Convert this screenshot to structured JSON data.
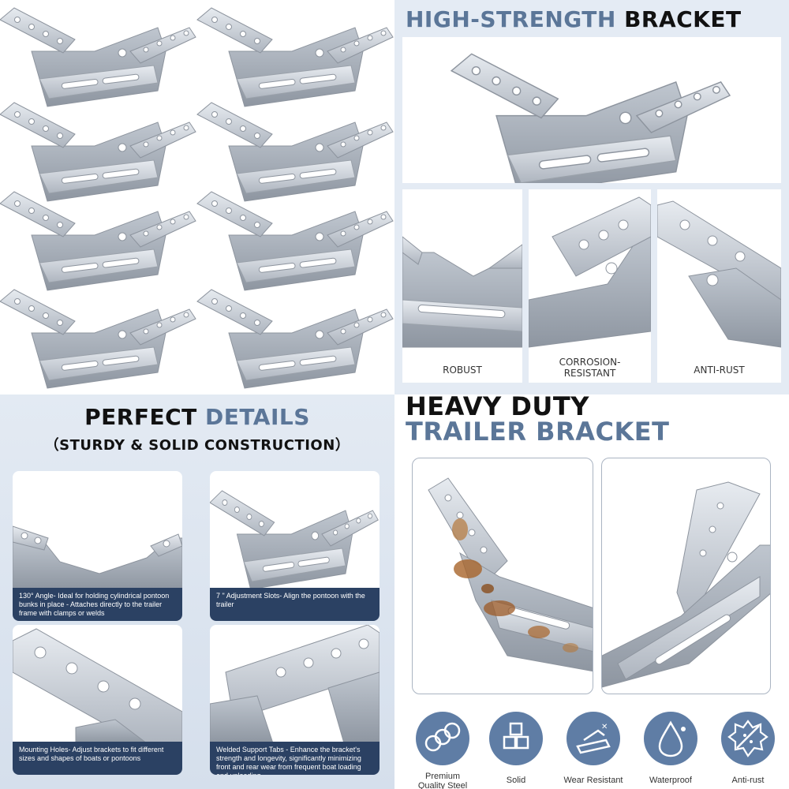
{
  "q2": {
    "title_a": "HIGH-STRENGTH",
    "title_b": "BRACKET",
    "labels": [
      "ROBUST",
      "CORROSION-\nRESISTANT",
      "ANTI-RUST"
    ]
  },
  "q3": {
    "title_a": "PERFECT",
    "title_b": "DETAILS",
    "subtitle": "（STURDY & SOLID CONSTRUCTION）",
    "captions": [
      "130° Angle- Ideal for holding cylindrical pontoon bunks in place - Attaches directly to the trailer frame with clamps or welds",
      "7 \" Adjustment Slots- Align the pontoon with the trailer",
      "Mounting Holes- Adjust brackets to fit different sizes and shapes of boats or pontoons",
      "Welded Support Tabs - Enhance the bracket's strength and longevity, significantly minimizing front and rear wear from frequent boat loading and unloading"
    ]
  },
  "q4": {
    "title_line1": "HEAVY DUTY",
    "title_line2": "TRAILER BRACKET",
    "features": [
      {
        "label": "Premium\nQuality Steel",
        "icon": "steel-bars-icon"
      },
      {
        "label": "Solid",
        "icon": "cubes-icon"
      },
      {
        "label": "Wear Resistant",
        "icon": "surface-wear-icon"
      },
      {
        "label": "Waterproof",
        "icon": "water-drop-icon"
      },
      {
        "label": "Anti-rust",
        "icon": "anti-rust-icon"
      }
    ]
  },
  "colors": {
    "accent_blue": "#5b7698",
    "caption_bg": "#2b4163",
    "badge_blue": "#5f7da5",
    "steel": "#c9cfd7",
    "rust": "#a8642a"
  }
}
